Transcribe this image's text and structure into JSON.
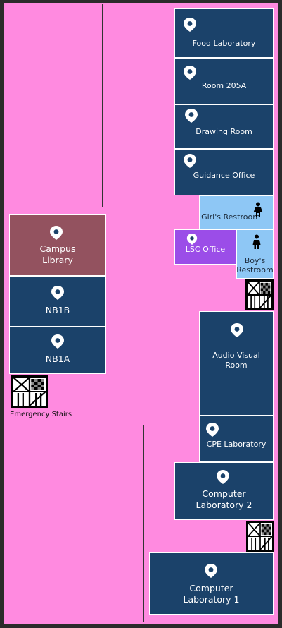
{
  "colors": {
    "floor": "#ff8ae0",
    "room_navy": "#1b426a",
    "library": "#93525f",
    "restroom": "#8ec7f5",
    "lsc_office": "#9b4de8"
  },
  "icons": {
    "room_marker": "map-pin-icon",
    "restroom_female": "female-restroom-icon",
    "restroom_male": "male-restroom-icon",
    "stairs": "stairs-icon"
  },
  "rooms": {
    "food_lab": "Food Laboratory",
    "room_205a": "Room 205A",
    "drawing_room": "Drawing Room",
    "guidance_office": "Guidance Office",
    "girls_restroom": "Girl's Restroom",
    "lsc_office": "LSC Office",
    "boys_restroom_line1": "Boy's",
    "boys_restroom_line2": "Restroom",
    "campus_library_line1": "Campus",
    "campus_library_line2": "Library",
    "nb1b": "NB1B",
    "nb1a": "NB1A",
    "audio_visual_line1": "Audio Visual",
    "audio_visual_line2": "Room",
    "cpe_lab": "CPE Laboratory",
    "computer_lab2_line1": "Computer",
    "computer_lab2_line2": "Laboratory 2",
    "computer_lab1_line1": "Computer",
    "computer_lab1_line2": "Laboratory 1"
  },
  "emergency_stairs_label": "Emergency Stairs"
}
